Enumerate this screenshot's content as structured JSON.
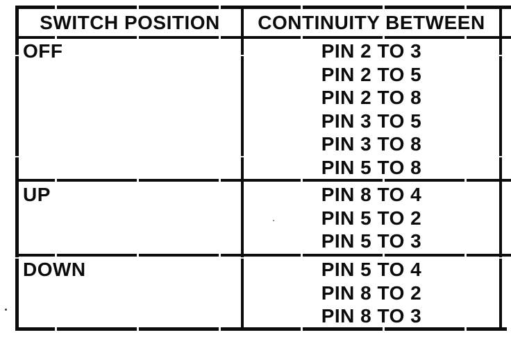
{
  "table": {
    "headers": [
      "SWITCH POSITION",
      "CONTINUITY BETWEEN"
    ],
    "rows": [
      {
        "switch_position": "OFF",
        "continuity": [
          "PIN 2 TO 3",
          "PIN 2 TO 5",
          "PIN 2 TO 8",
          "PIN 3 TO 5",
          "PIN 3 TO 8",
          "PIN 5 TO 8"
        ]
      },
      {
        "switch_position": "UP",
        "continuity": [
          "PIN 8 TO 4",
          "PIN 5 TO 2",
          "PIN 5 TO 3"
        ]
      },
      {
        "switch_position": "DOWN",
        "continuity": [
          "PIN 5 TO 4",
          "PIN 8 TO 2",
          "PIN 8 TO 3"
        ]
      }
    ]
  },
  "colors": {
    "ink": "#0b0b0b",
    "paper": "#ffffff"
  }
}
